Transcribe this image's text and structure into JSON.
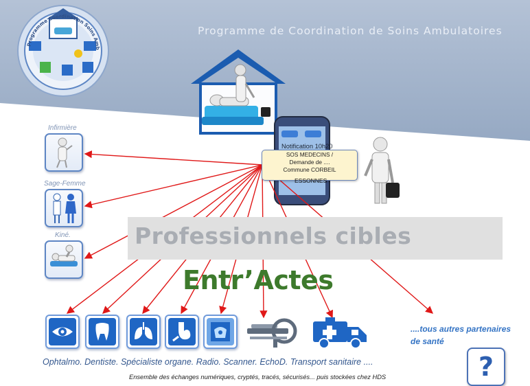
{
  "header": {
    "title": "Programme de Coordination de Soins Ambulatoires",
    "logo_text": "Programme Coordination Soins Ambulatoires"
  },
  "notification": {
    "time": "Notification 10h20",
    "line1": "SOS MEDECINS /",
    "line2": "Demande de ....",
    "line3": "Commune CORBEIL",
    "city": "ESSONNES"
  },
  "professions": [
    {
      "label": "Infirmière",
      "icon": "nurse-icon"
    },
    {
      "label": "Sage-Femme",
      "icon": "midwife-icon"
    },
    {
      "label": "Kiné.",
      "icon": "physio-icon"
    }
  ],
  "targets_title": "Professionnels cibles",
  "brand": "Entr’Actes",
  "specialties": [
    {
      "icon": "eye-icon"
    },
    {
      "icon": "tooth-icon"
    },
    {
      "icon": "lungs-icon"
    },
    {
      "icon": "stomach-icon"
    },
    {
      "icon": "xray-icon"
    },
    {
      "icon": "scanner-icon"
    },
    {
      "icon": "ambulance-icon"
    }
  ],
  "specialties_caption": "Ophtalmo. Dentiste. Spécialiste organe. Radio. Scanner. EchoD. Transport sanitaire ....",
  "partners_line1": "....tous autres partenaires",
  "partners_line2": "de santé",
  "footer_note": "Ensemble des échanges numériques, cryptés, tracés, sécurisés... puis stockées chez HDS",
  "help_label": "?",
  "colors": {
    "header_band": "#9fb0c8",
    "arrow": "#e01818",
    "brand_green": "#3d7a2c",
    "tile_blue": "#1f66c4",
    "partners_blue": "#3373c4"
  }
}
